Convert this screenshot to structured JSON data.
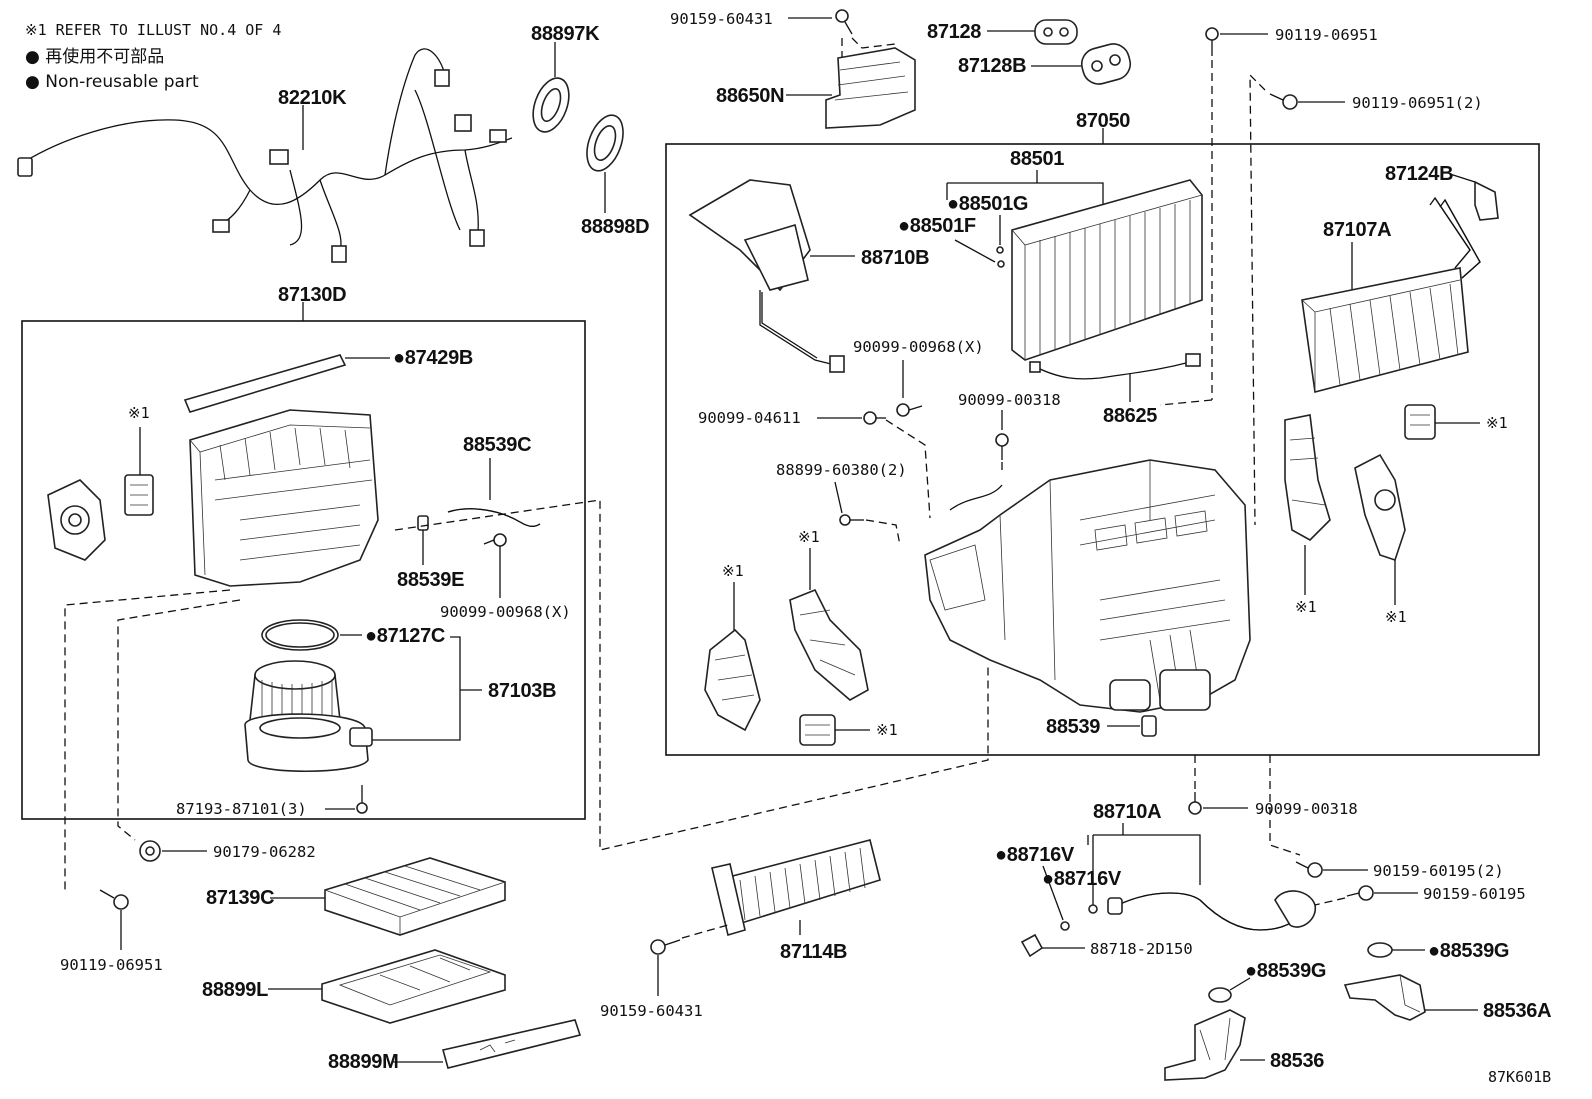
{
  "notes": {
    "ref": "※1 REFER TO ILLUST NO.4 OF 4",
    "nonreusable_jp": "● 再使用不可部品",
    "nonreusable_en": "● Non-reusable part"
  },
  "footer_code": "87K601B",
  "labels": {
    "p82210K": "82210K",
    "p88897K": "88897K",
    "p88898D": "88898D",
    "p90159_60431_top": "90159-60431",
    "p88650N": "88650N",
    "p87128": "87128",
    "p87128B": "87128B",
    "p90119_06951_top": "90119-06951",
    "p90119_06951_2": "90119-06951(2)",
    "p87050": "87050",
    "p88501": "88501",
    "p88501G": "●88501G",
    "p88501F": "●88501F",
    "p88710B": "88710B",
    "p87124B": "87124B",
    "p87107A": "87107A",
    "p90099_00968X_mid": "90099-00968(X)",
    "p90099_00318_mid": "90099-00318",
    "p88625": "88625",
    "p90099_04611": "90099-04611",
    "p88899_60380": "88899-60380(2)",
    "p87130D": "87130D",
    "p87429B": "●87429B",
    "ref1_a": "※1",
    "p88539C": "88539C",
    "p88539E": "88539E",
    "p90099_00968X_left": "90099-00968(X)",
    "p87127C": "●87127C",
    "p87103B": "87103B",
    "p87193": "87193-87101(3)",
    "p90179": "90179-06282",
    "p87139C": "87139C",
    "p90119_06951_bl": "90119-06951",
    "p88899L": "88899L",
    "p88899M": "88899M",
    "p87114B": "87114B",
    "p90159_60431_bot": "90159-60431",
    "ref1_b": "※1",
    "ref1_c": "※1",
    "ref1_d": "※1",
    "ref1_e": "※1",
    "ref1_f": "※1",
    "ref1_g": "※1",
    "p88539": "88539",
    "p90099_00318_bot": "90099-00318",
    "p88710A": "88710A",
    "p88716V_a": "●88716V",
    "p88716V_b": "●88716V",
    "p88718": "88718-2D150",
    "p90159_60195_2": "90159-60195(2)",
    "p90159_60195": "90159-60195",
    "p88539G_a": "●88539G",
    "p88539G_b": "●88539G",
    "p88536A": "88536A",
    "p88536": "88536"
  }
}
